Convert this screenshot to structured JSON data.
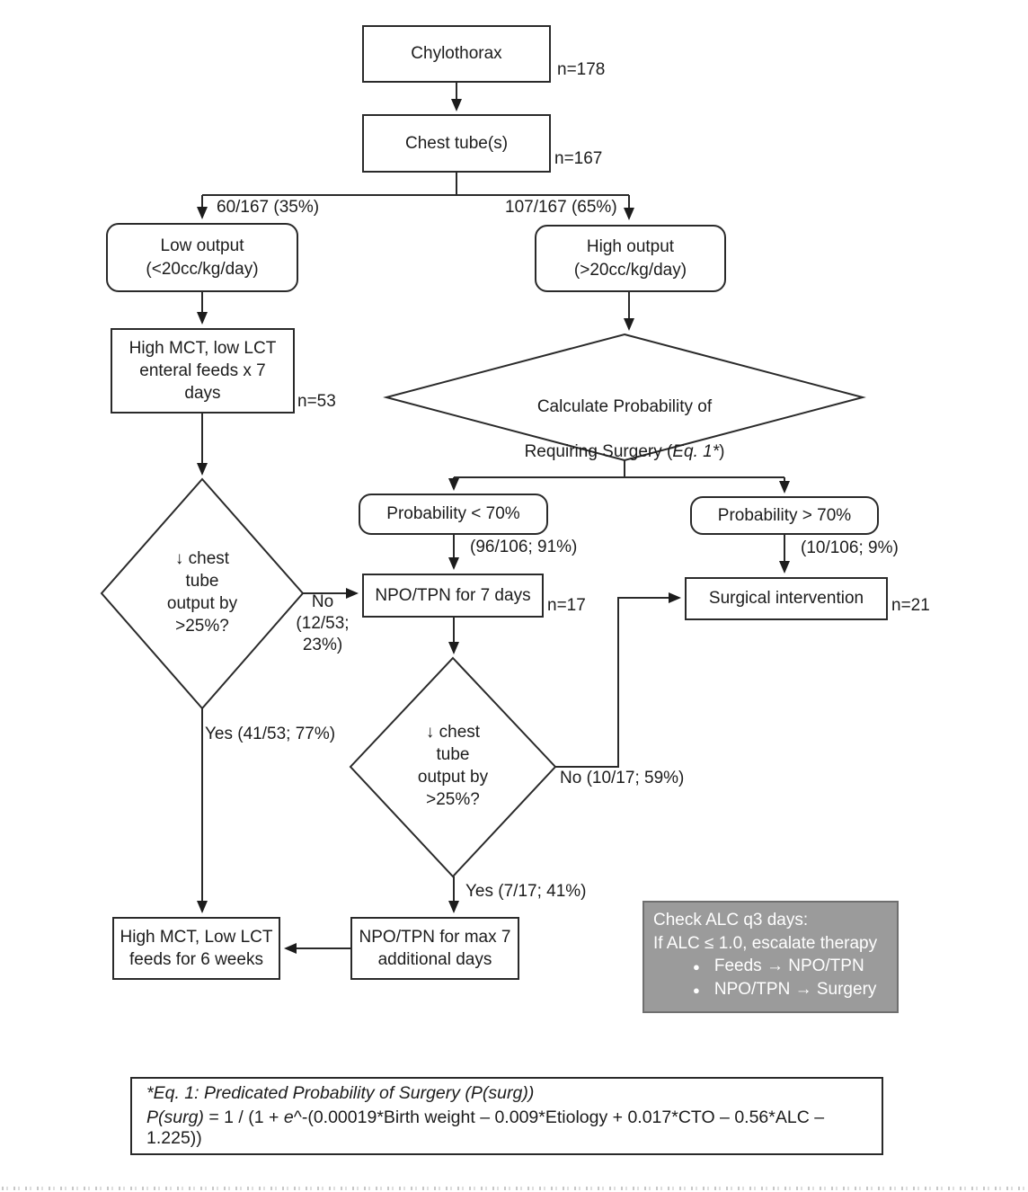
{
  "nodes": {
    "chylothorax": {
      "label": "Chylothorax",
      "n": "n=178"
    },
    "chest_tubes": {
      "label": "Chest tube(s)",
      "n": "n=167"
    },
    "low_output": {
      "label": "Low output\n(<20cc/kg/day)"
    },
    "high_output": {
      "label": "High output\n(>20cc/kg/day)"
    },
    "high_mct_7d": {
      "label": "High MCT, low LCT\nenteral feeds x 7\ndays",
      "n": "n=53"
    },
    "calc_prob": {
      "line1": "Calculate Probability of",
      "line2_pre": "Requiring Surgery (",
      "line2_italic": "Eq. 1*",
      "line2_post": ")"
    },
    "prob_lt_70": {
      "label": "Probability < 70%"
    },
    "prob_gt_70": {
      "label": "Probability > 70%"
    },
    "npo_7d": {
      "label": "NPO/TPN for 7 days",
      "n": "n=17"
    },
    "surgical": {
      "label": "Surgical intervention",
      "n": "n=21"
    },
    "left_diamond": {
      "label": "↓ chest\ntube\noutput by\n>25%?"
    },
    "mid_diamond": {
      "label": "↓ chest\ntube\noutput by\n>25%?"
    },
    "mct_6weeks": {
      "label": "High MCT, Low LCT\nfeeds for 6 weeks"
    },
    "npo_max7": {
      "label": "NPO/TPN for max 7\nadditional days"
    }
  },
  "edges": {
    "branch_low": "60/167 (35%)",
    "branch_high": "107/167 (65%)",
    "prob_lt_stat": "(96/106; 91%)",
    "prob_gt_stat": "(10/106; 9%)",
    "no_left": "No\n(12/53;\n23%)",
    "yes_left": "Yes (41/53; 77%)",
    "no_mid": "No (10/17; 59%)",
    "yes_mid": "Yes (7/17; 41%)"
  },
  "note": {
    "line1": "Check ALC q3 days:",
    "line2": "If ALC ≤ 1.0, escalate therapy",
    "bullet_glyph": "●",
    "bullets": [
      "Feeds → NPO/TPN",
      "NPO/TPN → Surgery"
    ]
  },
  "equation": {
    "title": "*Eq. 1: Predicated Probability of Surgery (P(surg))",
    "body_p": "P(surg)",
    "body_mid": " = 1 / (1 + ",
    "body_e": "e",
    "body_rest": "^-(0.00019*Birth weight – 0.009*Etiology + 0.017*CTO – 0.56*ALC – 1.225))"
  },
  "colors": {
    "ink": "#2a2a2a",
    "note_bg": "#9b9b9b",
    "note_border": "#6f6f6f"
  }
}
